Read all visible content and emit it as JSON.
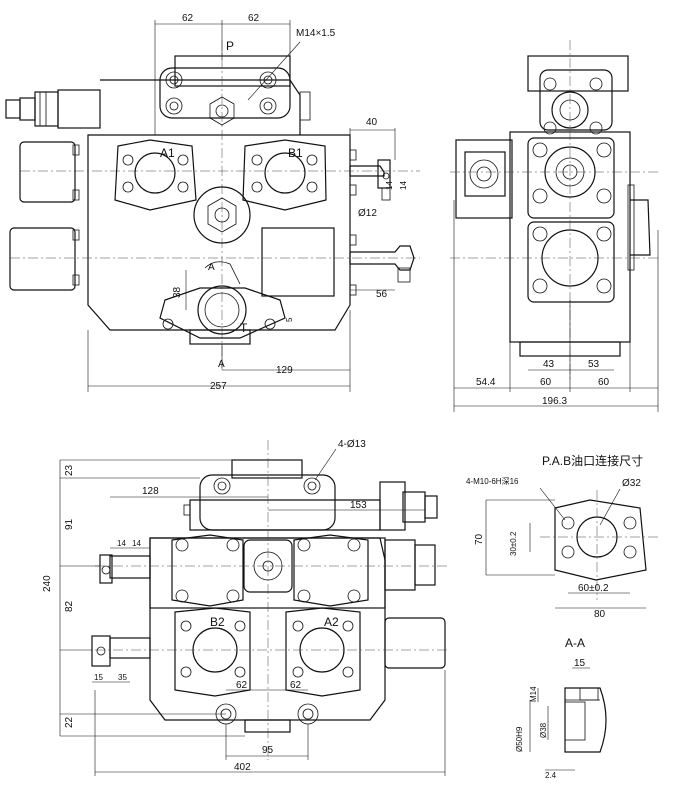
{
  "labels": {
    "port_p": "P",
    "thread": "M14×1.5",
    "port_a1": "A1",
    "port_b1": "B1",
    "port_t": "T",
    "port_a": "A",
    "port_b2": "B2",
    "port_a2": "A2",
    "holes": "4-Ø13",
    "flange_title": "P.A.B油口连接尺寸",
    "flange_thread": "4-M10-6H深16",
    "section": "A-A"
  },
  "front_view": {
    "dim_62_left": "62",
    "dim_62_right": "62",
    "dim_40": "40",
    "dim_14_a": "14",
    "dim_14_b": "14",
    "dim_phi12": "Ø12",
    "dim_38": "38",
    "dim_56": "56",
    "dim_5": "5",
    "dim_129": "129",
    "dim_257": "257"
  },
  "side_view": {
    "dim_43": "43",
    "dim_53": "53",
    "dim_54_4": "54.4",
    "dim_60_a": "60",
    "dim_60_b": "60",
    "dim_196_3": "196.3"
  },
  "bottom_view": {
    "dim_23": "23",
    "dim_128": "128",
    "dim_153": "153",
    "dim_91": "91",
    "dim_240": "240",
    "dim_82": "82",
    "dim_22": "22",
    "dim_14_a": "14",
    "dim_14_b": "14",
    "dim_15": "15",
    "dim_35": "35",
    "dim_62_left": "62",
    "dim_62_right": "62",
    "dim_95": "95",
    "dim_402": "402"
  },
  "flange_detail": {
    "dim_phi32": "Ø32",
    "dim_70": "70",
    "dim_30": "30±0.2",
    "dim_60": "60±0.2",
    "dim_80": "80"
  },
  "section_detail": {
    "dim_15": "15",
    "dim_m14": "M14",
    "dim_phi38": "Ø38",
    "dim_phi50": "Ø50H9",
    "dim_2_4": "2.4"
  }
}
